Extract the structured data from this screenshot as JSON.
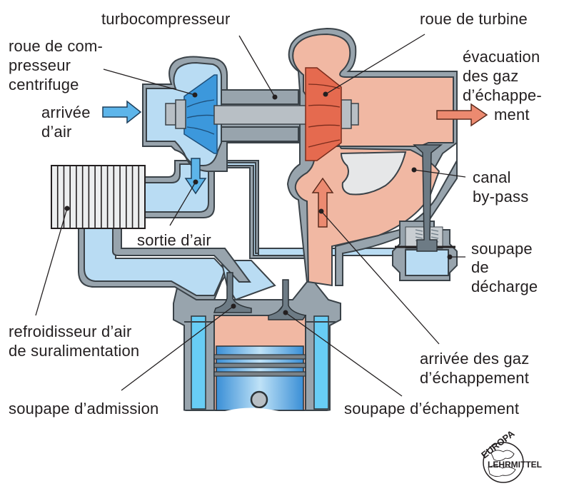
{
  "figure": {
    "title": "turbocompresseur",
    "language": "fr",
    "colors": {
      "air": "#b9dcf3",
      "exhaust_gas": "#f1b8a3",
      "housing": "#98a4ad",
      "compressor_wheel": "#3c98dc",
      "turbine_wheel": "#e56a4f",
      "cylinder_liner": "#68cdf5",
      "air_arrow": "#5db5ea",
      "gas_arrow": "#ec8a70"
    }
  },
  "labels": {
    "turbocharger": "turbocompresseur",
    "compressor_wheel": [
      "roue de com-",
      "presseur",
      "centrifuge"
    ],
    "air_inlet": [
      "arrivée",
      "d’air"
    ],
    "turbine_wheel": "roue de turbine",
    "exhaust_outlet": [
      "évacuation",
      "des gaz",
      "d’échappe-",
      "ment"
    ],
    "bypass_channel": [
      "canal",
      "by-pass"
    ],
    "wastegate_valve": [
      "soupape",
      "de",
      "décharge"
    ],
    "air_outlet": "sortie d’air",
    "intercooler": [
      "refroidisseur d’air",
      "de suralimentation"
    ],
    "exhaust_gas_inlet": [
      "arrivée des gaz",
      "d’échappement"
    ],
    "intake_valve": "soupape d’admission",
    "exhaust_valve": "soupape d’échappement"
  },
  "logo": {
    "top": "EUROPA",
    "right": "LEHRMITTEL"
  }
}
